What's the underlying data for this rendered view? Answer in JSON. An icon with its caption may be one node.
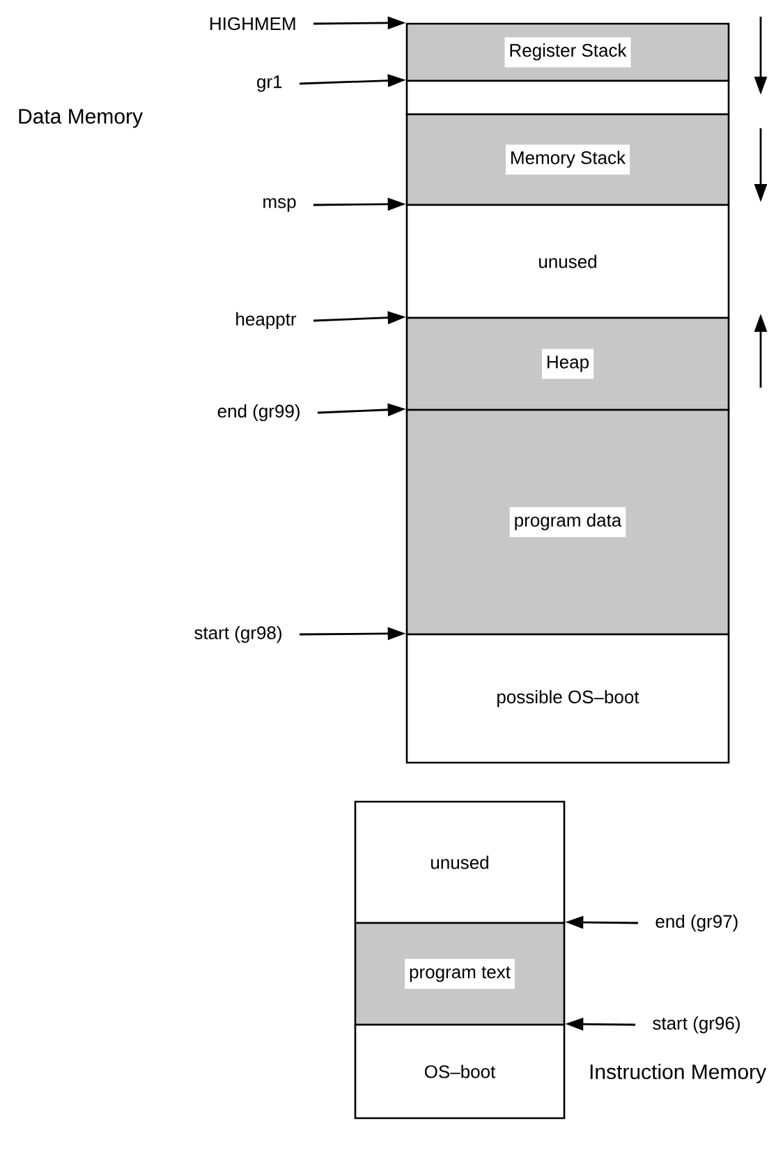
{
  "diagram": {
    "nodes": [
      {
        "text": [
          "Register Stack"
        ]
      },
      {
        "text": [],
        "shape": "box"
      },
      {
        "text": [
          "Memory Stack"
        ]
      },
      {
        "text": [
          "unused"
        ]
      },
      {
        "text": [
          "Heap"
        ]
      },
      {
        "text": [
          "program data"
        ]
      },
      {
        "text": [
          "possible OS–boot"
        ]
      },
      {
        "text": [
          "HIGHMEM"
        ]
      },
      {
        "text": [
          "gr1"
        ]
      },
      {
        "text": [
          "msp"
        ]
      },
      {
        "text": [
          "heapptr"
        ]
      },
      {
        "text": [
          "end (gr99)"
        ]
      },
      {
        "text": [
          "start (gr98)"
        ]
      },
      {
        "text": [
          "unused"
        ]
      },
      {
        "text": [
          "program text"
        ]
      },
      {
        "text": [
          "OS–boot"
        ]
      },
      {
        "text": [
          "end (gr97)"
        ]
      },
      {
        "text": [
          "start (gr96)"
        ]
      }
    ],
    "edges": [
      {
        "from": 7,
        "to": 0,
        "arrow": "to"
      },
      {
        "from": 8,
        "to": 1,
        "arrow": "to"
      },
      {
        "from": 9,
        "to": 3,
        "arrow": "to"
      },
      {
        "from": 10,
        "to": 4,
        "arrow": "to"
      },
      {
        "from": 11,
        "to": 5,
        "arrow": "to"
      },
      {
        "from": 12,
        "to": 6,
        "arrow": "to"
      },
      {
        "from": 16,
        "to": 14,
        "arrow": "to"
      },
      {
        "from": 17,
        "to": 15,
        "arrow": "to"
      }
    ],
    "labels": [
      "Data Memory",
      "Instruction Memory"
    ]
  }
}
